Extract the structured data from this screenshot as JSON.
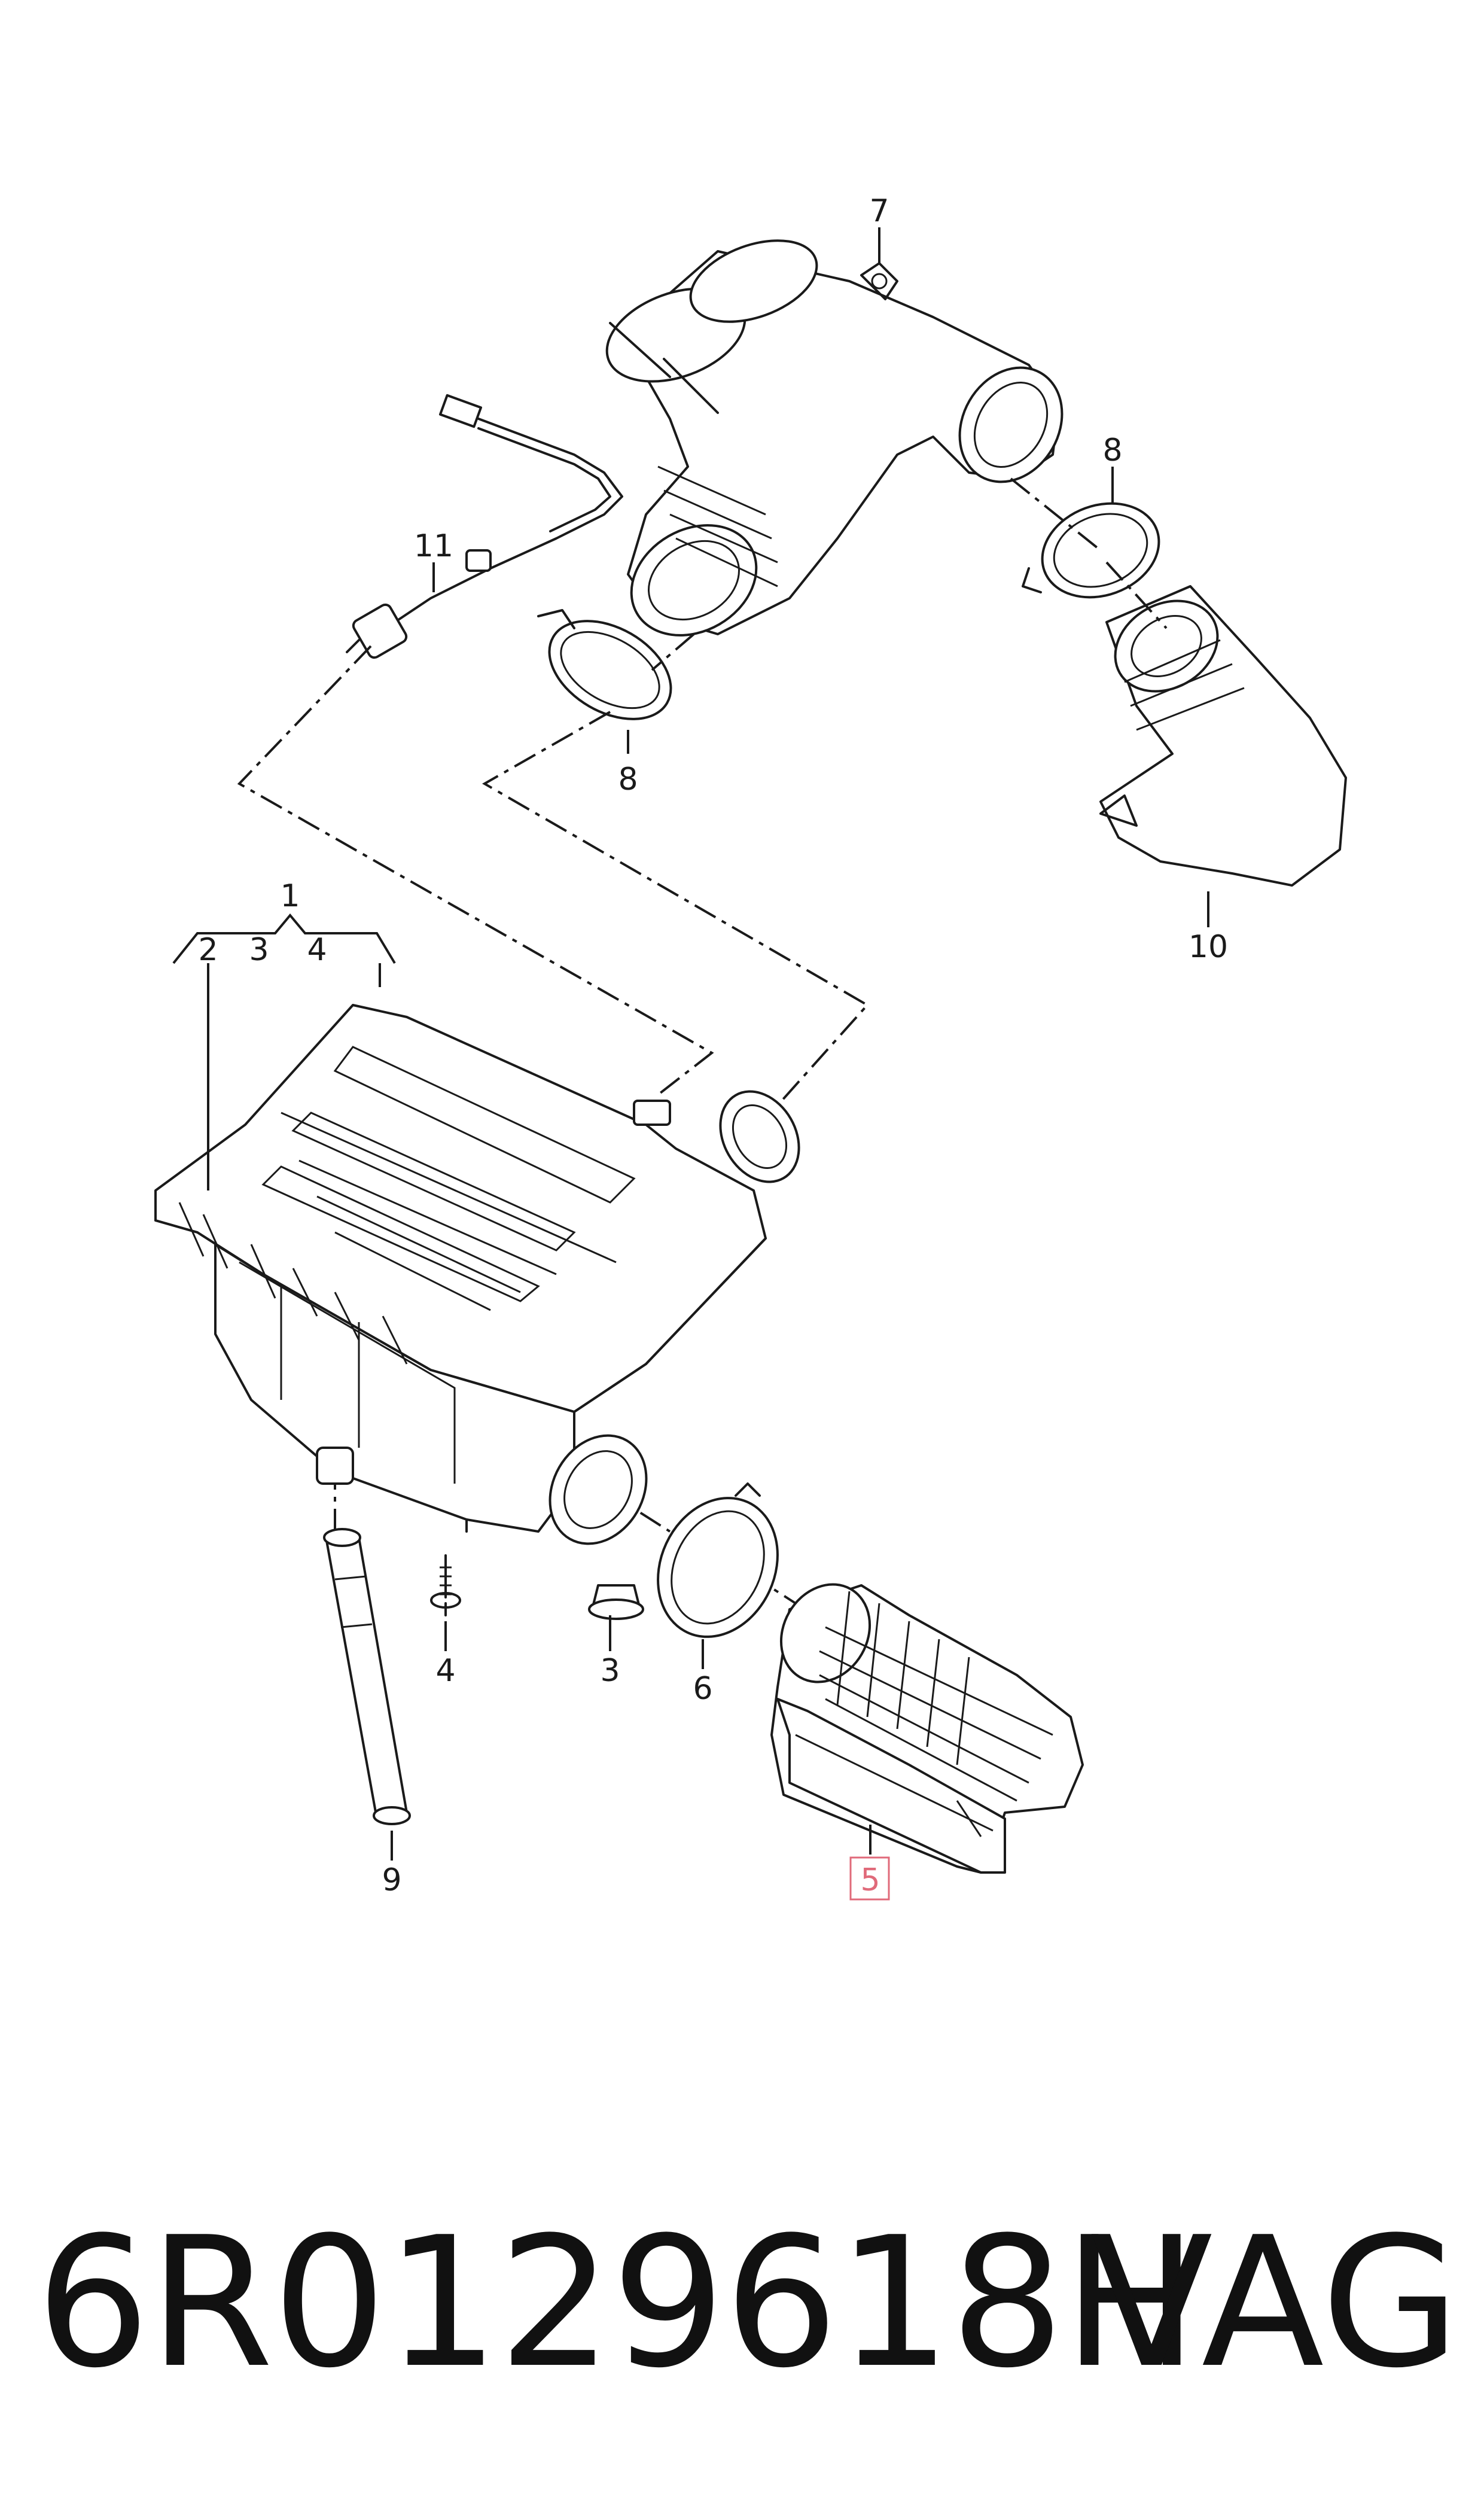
{
  "callouts": {
    "c1": "1",
    "c2": "2",
    "c3a": "3",
    "c4a": "4",
    "c3": "3",
    "c4": "4",
    "c5": "5",
    "c6": "6",
    "c7": "7",
    "c8a": "8",
    "c8b": "8",
    "c9": "9",
    "c10": "10",
    "c11": "11"
  },
  "footer": {
    "part_number": "6R0129618H",
    "brand": "VAG"
  },
  "colors": {
    "line": "#1a1a1a",
    "highlight": "#e06a7a",
    "background": "#ffffff"
  }
}
